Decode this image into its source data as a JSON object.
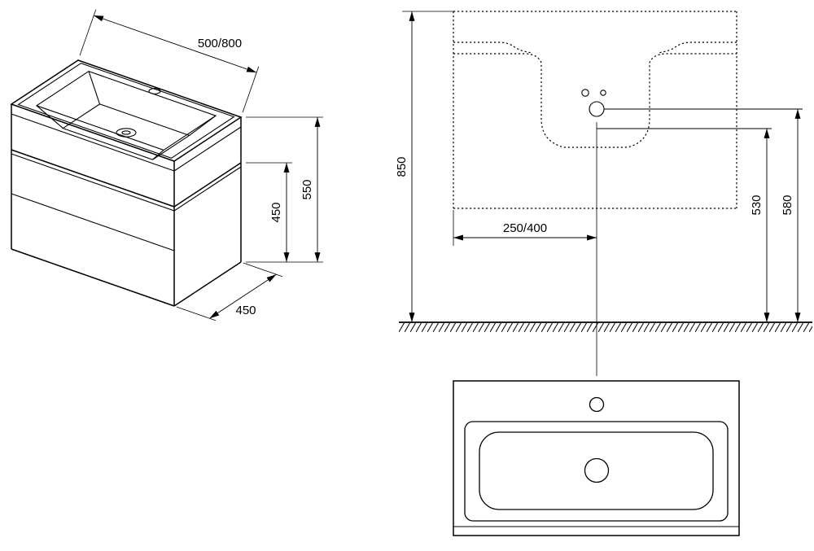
{
  "labels": {
    "iso_width": "500/800",
    "iso_total_height": "550",
    "iso_cabinet_height": "450",
    "iso_depth": "450",
    "elev_height": "850",
    "elev_center_offset": "250/400",
    "elev_level_inner": "530",
    "elev_level_outer": "580"
  },
  "colors": {
    "background": "#ffffff",
    "line": "#000000"
  }
}
